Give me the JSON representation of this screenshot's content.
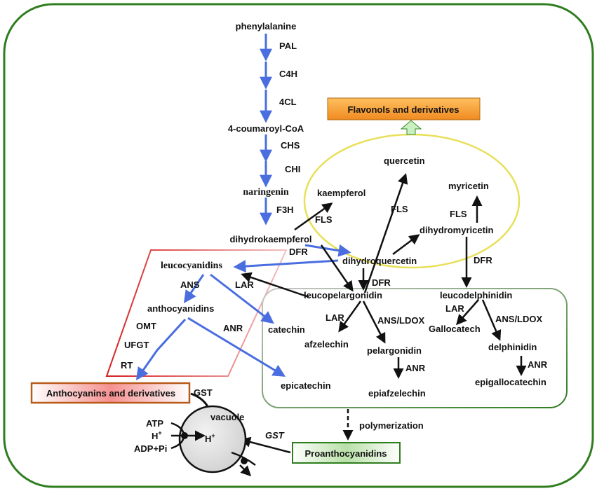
{
  "compounds": {
    "phenylalanine": "phenylalanine",
    "coumaroyl_coa": "4-coumaroyl-CoA",
    "naringenin": "naringenin",
    "dihydrokaempferol": "dihydrokaempferol",
    "kaempferol": "kaempferol",
    "quercetin": "quercetin",
    "myricetin": "myricetin",
    "dihydromyricetin": "dihydromyricetin",
    "dihydroquercetin": "dihydroquercetin",
    "leucocyanidins": "leucocyanidins",
    "anthocyanidins": "anthocyanidins",
    "catechin": "catechin",
    "epicatechin": "epicatechin",
    "leucopelargonidin": "leucopelargonidin",
    "afzelechin": "afzelechin",
    "pelargonidin": "pelargonidin",
    "epiafzelechin": "epiafzelechin",
    "leucodelphinidin": "leucodelphinidin",
    "gallocatech": "Gallocatech",
    "delphinidin": "delphinidin",
    "epigallocatechin": "epigallocatechin"
  },
  "enzymes": {
    "pal": "PAL",
    "c4h": "C4H",
    "fourcl": "4CL",
    "chs": "CHS",
    "chi": "CHI",
    "f3h": "F3H",
    "fls_kaempferol": "FLS",
    "fls_quercetin": "FLS",
    "fls_myricetin": "FLS",
    "dfr_left": "DFR",
    "dfr_center": "DFR",
    "dfr_right": "DFR",
    "ans_left": "ANS",
    "lar_left": "LAR",
    "omt": "OMT",
    "ufgt": "UFGT",
    "rt": "RT",
    "anr_left": "ANR",
    "lar_mid": "LAR",
    "ans_ldox_mid": "ANS/LDOX",
    "anr_mid": "ANR",
    "lar_right": "LAR",
    "ans_ldox_right": "ANS/LDOX",
    "anr_right": "ANR"
  },
  "boxes": {
    "flavonols": "Flavonols and derivatives",
    "anthocyanins": "Anthocyanins and derivatives",
    "proanthocyanidins": "Proanthocyanidins"
  },
  "transport": {
    "gst_top": "GST",
    "gst_right": "GST",
    "vacuole": "vacuole",
    "h_inside": "H",
    "h_inside_sup": "+",
    "atp": "ATP",
    "h_left": "H",
    "h_left_sup": "+",
    "adp_pi": "ADP+Pi",
    "polymerization": "polymerization"
  },
  "colors": {
    "cell_border": "#2e7d1e",
    "blue_arrow": "#4a6ee0",
    "black_arrow": "#111111",
    "flavonol_box": "#f0a030",
    "flavonol_ellipse": "#e8e05a",
    "anthocyanin_box_border": "#b85a1a",
    "proantho_box_border": "#2e7d1e",
    "red_region": "#d42020"
  }
}
